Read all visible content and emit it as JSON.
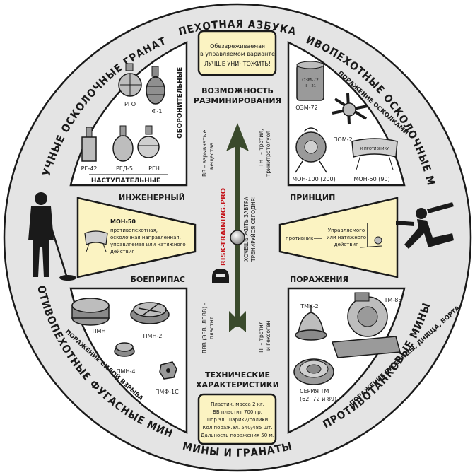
{
  "ring": {
    "top": "ПЕХОТНАЯ АЗБУКА",
    "bottom": "МИНЫ И ГРАНАТЫ",
    "upper_left": "РУЧНЫЕ ОСКОЛОЧНЫЕ ГРАНАТЫ",
    "upper_right": "ПРОТИВОПЕХОТНЫЕ ОСКОЛОЧНЫЕ МИНЫ",
    "lower_left": "ПРОТИВОПЕХОТНЫЕ ФУГАСНЫЕ МИНЫ",
    "lower_right": "ПРОТИВОТАНКОВЫЕ МИНЫ"
  },
  "top_note": {
    "line1": "Обезвреживаемая",
    "line2": "в управляемом варианте",
    "line3": "ЛУЧШЕ УНИЧТОЖИТЬ!"
  },
  "bottom_note": {
    "line1": "Пластик, масса 2 кг.",
    "line2": "ВВ пластит 700 гр.",
    "line3": "Пор.эл. шарики/ролики",
    "line4": "Кол.пораж.эл. 540/485 шт.",
    "line5": "Дальность поражения 50 м."
  },
  "center": {
    "top_label_1": "ВОЗМОЖНОСТЬ",
    "top_label_2": "РАЗМИНИРОВАНИЯ",
    "bottom_label_1": "ТЕХНИЧЕСКИЕ",
    "bottom_label_2": "ХАРАКТЕРИСТИКИ",
    "left_upper": "ИНЖЕНЕРНЫЙ",
    "left_lower": "БОЕПРИПАС",
    "right_upper": "ПРИНЦИП",
    "right_lower": "ПОРАЖЕНИЯ",
    "site": "RISK-TRAINING.PRO",
    "motto_1": "ХОЧЕШЬ ЖИТЬ ЗАВТРА",
    "motto_2": "ТРЕНИРУЙСЯ СЕГОДНЯ!",
    "vv_1": "ВВ – взрывчатые",
    "vv_2": "вещества",
    "tnt_1": "ТНТ – тротил,",
    "tnt_2": "тринитротолуол",
    "pvv_1": "ПВВ (ЭВВ, ЛПВВ) –",
    "pvv_2": "пластит",
    "tg_1": "ТГ – тротил",
    "tg_2": "и гексоген"
  },
  "left_panel": {
    "title": "МОН-50",
    "line1": "противопехотная,",
    "line2": "осколочная направленная,",
    "line3": "управляемая или натяжного",
    "line4": "действия"
  },
  "right_panel": {
    "enemy": "противник",
    "line1": "Управляемого",
    "line2": "или натяжного",
    "line3": "действия"
  },
  "grenades": {
    "defensive": "ОБОРОНИТЕЛЬНЫЕ",
    "offensive": "НАСТУПАТЕЛЬНЫЕ",
    "items": [
      "РГО",
      "Ф-1",
      "РГ-42",
      "РГД-5",
      "РГН"
    ]
  },
  "frag_mines": {
    "effect": "ПОРАЖЕНИЕ ОСКОЛКАМИ",
    "items": [
      "ОЗМ-72",
      "ПОМ-2",
      "МОН-100 (200)",
      "МОН-50 (90)"
    ],
    "ozm_marking_1": "ОЗМ-72",
    "ozm_marking_2": "III - 21",
    "mon_marking": "К ПРОТИВНИКУ"
  },
  "blast_mines": {
    "effect": "ПОРАЖЕНИЕ СИЛОЙ ВЗРЫВА",
    "items": [
      "ПМН",
      "ПМН-2",
      "ПМН-4",
      "ПМФ-1С"
    ]
  },
  "at_mines": {
    "effect": "ПОРАЖЕНИЕ ГУСЕНИЦЫ, ДНИЩА, БОРТА",
    "items": [
      "ТМК-2",
      "ТМ-83"
    ],
    "series_1": "СЕРИЯ ТМ",
    "series_2": "(62, 72 и 89)"
  },
  "colors": {
    "disc": "#e4e4e4",
    "panel": "#ffffff",
    "note": "#fbf3c2",
    "arrow": "#3a4a2c",
    "ink": "#1a1a1a",
    "brand": "#c4161c"
  }
}
